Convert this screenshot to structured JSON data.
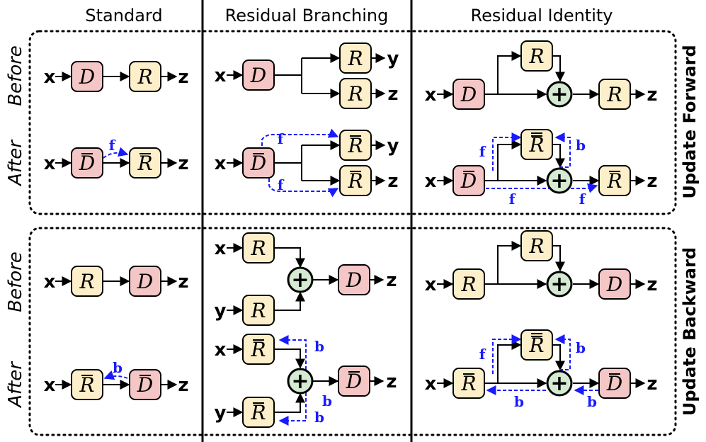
{
  "headers": {
    "col1": "Standard",
    "col2": "Residual Branching",
    "col3": "Residual Identity"
  },
  "side_labels": {
    "top": "Update Forward",
    "bottom": "Update Backward"
  },
  "row_labels": {
    "before": "Before",
    "after": "After"
  },
  "variables": {
    "x": "x",
    "y": "y",
    "z": "z"
  },
  "blocks": {
    "D": "D",
    "R": "R"
  },
  "edge_labels": {
    "f": "f",
    "b": "b"
  },
  "plus_symbol": "+",
  "colors": {
    "d_fill": "#f5c6c6",
    "r_fill": "#fdefc9",
    "add_fill": "#d5ead2",
    "highlight": "#1a1aff"
  }
}
